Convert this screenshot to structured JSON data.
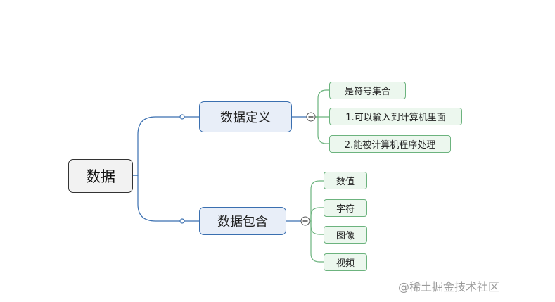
{
  "root": {
    "label": "数据"
  },
  "branches": [
    {
      "label": "数据定义",
      "leaves": [
        "是符号集合",
        "1.可以输入到计算机里面",
        "2.能被计算机程序处理"
      ]
    },
    {
      "label": "数据包含",
      "leaves": [
        "数值",
        "字符",
        "图像",
        "视频"
      ]
    }
  ],
  "collapse_glyph": "−",
  "watermark": "@稀土掘金技术社区",
  "colors": {
    "root_border": "#333333",
    "branch_border": "#3a6fb0",
    "branch_line": "#3a6fb0",
    "leaf_border": "#6cb37e",
    "leaf_line": "#6cb37e"
  }
}
